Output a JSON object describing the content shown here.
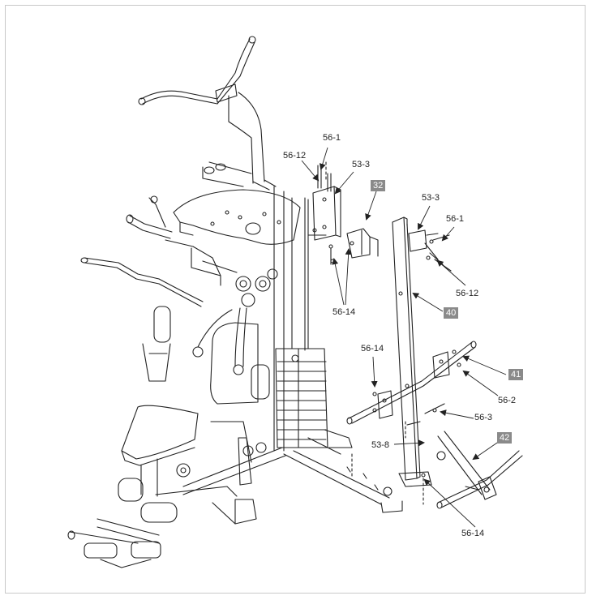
{
  "callouts": [
    {
      "id": "c1",
      "text": "56-1",
      "style": "plain"
    },
    {
      "id": "c2",
      "text": "56-12",
      "style": "plain"
    },
    {
      "id": "c3",
      "text": "53-3",
      "style": "plain"
    },
    {
      "id": "c4",
      "text": "32",
      "style": "box"
    },
    {
      "id": "c5",
      "text": "53-3",
      "style": "plain"
    },
    {
      "id": "c6",
      "text": "56-1",
      "style": "plain"
    },
    {
      "id": "c7",
      "text": "56-12",
      "style": "plain"
    },
    {
      "id": "c8",
      "text": "56-14",
      "style": "plain"
    },
    {
      "id": "c9",
      "text": "40",
      "style": "box"
    },
    {
      "id": "c10",
      "text": "56-14",
      "style": "plain"
    },
    {
      "id": "c11",
      "text": "41",
      "style": "box"
    },
    {
      "id": "c12",
      "text": "56-2",
      "style": "plain"
    },
    {
      "id": "c13",
      "text": "56-3",
      "style": "plain"
    },
    {
      "id": "c14",
      "text": "42",
      "style": "box"
    },
    {
      "id": "c15",
      "text": "53-8",
      "style": "plain"
    },
    {
      "id": "c16",
      "text": "56-14",
      "style": "plain"
    }
  ],
  "colors": {
    "line": "#222222",
    "box": "#8a8a8a",
    "frame": "#c9c9c9"
  }
}
